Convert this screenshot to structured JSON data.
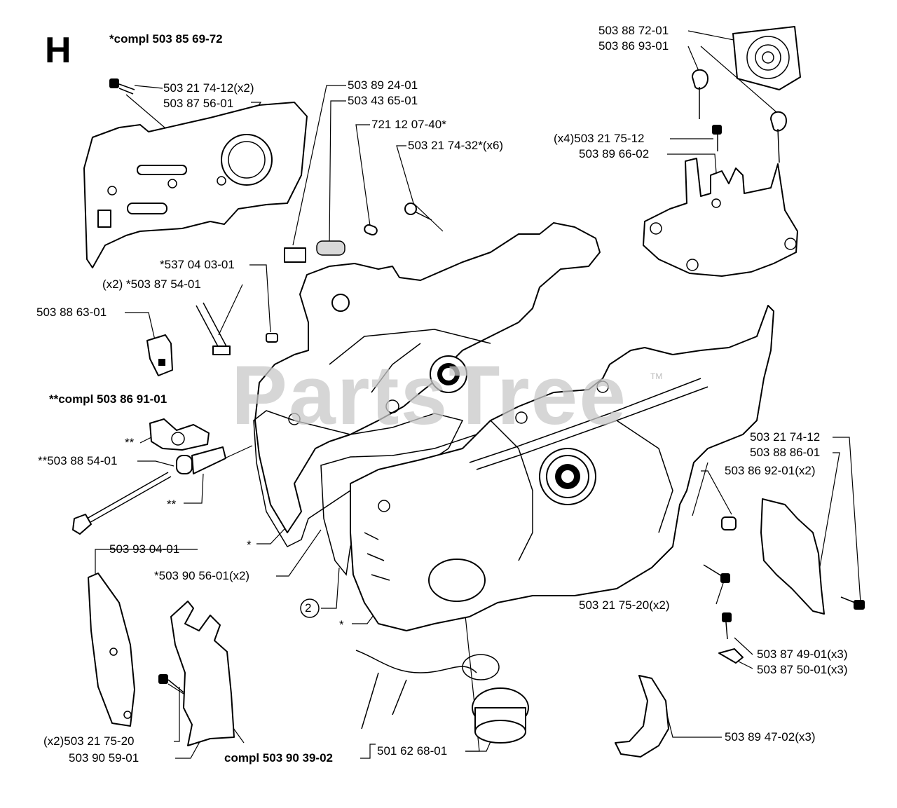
{
  "section_letter": "H",
  "watermark": "PartsTree",
  "watermark_tm": "TM",
  "callout": "2",
  "labels": [
    {
      "key": "compl_1",
      "text": "*compl 503 85 69-72",
      "bold": true
    },
    {
      "key": "p1",
      "text": "503 21 74-12(x2)"
    },
    {
      "key": "p2",
      "text": "503 87 56-01"
    },
    {
      "key": "p3",
      "text": "503 89 24-01"
    },
    {
      "key": "p4",
      "text": "503 43 65-01"
    },
    {
      "key": "p5",
      "text": "721 12 07-40*"
    },
    {
      "key": "p6",
      "text": "503 21 74-32*(x6)"
    },
    {
      "key": "p7",
      "text": "503 88 72-01"
    },
    {
      "key": "p8",
      "text": "503 86 93-01"
    },
    {
      "key": "p9",
      "text": "(x4)503 21 75-12"
    },
    {
      "key": "p10",
      "text": "503 89 66-02"
    },
    {
      "key": "p11",
      "text": "*537 04 03-01"
    },
    {
      "key": "p12",
      "text": "(x2) *503 87 54-01"
    },
    {
      "key": "p13",
      "text": "503 88 63-01"
    },
    {
      "key": "compl_2",
      "text": "**compl 503 86 91-01",
      "bold": true
    },
    {
      "key": "p14",
      "text": "**"
    },
    {
      "key": "p15",
      "text": "**503 88 54-01"
    },
    {
      "key": "p16",
      "text": "**"
    },
    {
      "key": "p17",
      "text": "503 21 74-12"
    },
    {
      "key": "p18",
      "text": "503 88 86-01"
    },
    {
      "key": "p19",
      "text": "503 86 92-01(x2)"
    },
    {
      "key": "p20",
      "text": "*"
    },
    {
      "key": "p21",
      "text": "503 93 04-01"
    },
    {
      "key": "p22",
      "text": "*503 90 56-01(x2)"
    },
    {
      "key": "p23",
      "text": "*"
    },
    {
      "key": "p24",
      "text": "503 21 75-20(x2)"
    },
    {
      "key": "p25",
      "text": "503 87 49-01(x3)"
    },
    {
      "key": "p26",
      "text": "503 87 50-01(x3)"
    },
    {
      "key": "p27",
      "text": "503 89 47-02(x3)"
    },
    {
      "key": "p28",
      "text": "(x2)503 21 75-20"
    },
    {
      "key": "p29",
      "text": "503 90 59-01"
    },
    {
      "key": "compl_3",
      "text": "compl 503 90 39-02",
      "bold": true
    },
    {
      "key": "p30",
      "text": "501 62 68-01"
    }
  ]
}
